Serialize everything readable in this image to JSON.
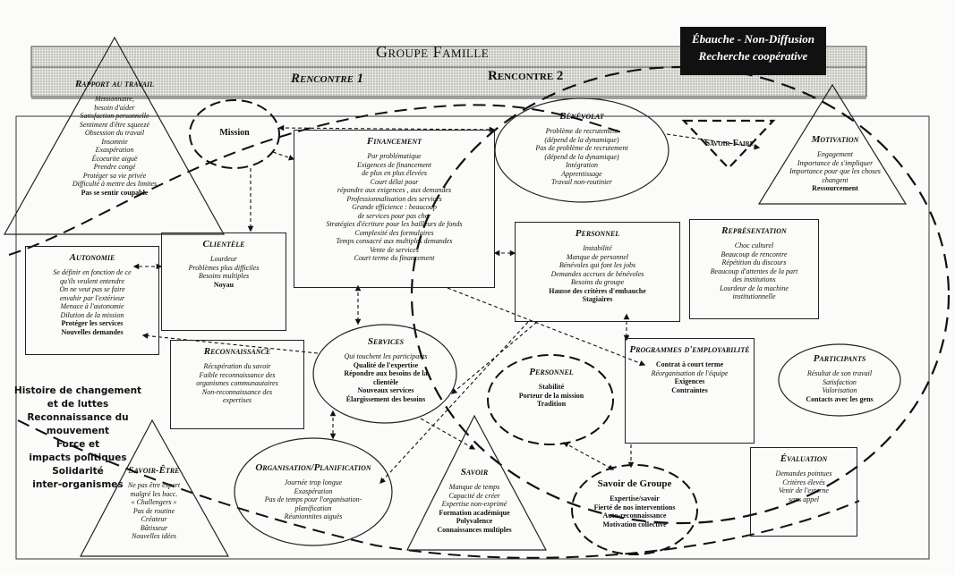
{
  "header": {
    "title": "Groupe Famille",
    "rencontre1": "Rencontre 1",
    "rencontre2": "Rencontre 2",
    "badge_line1": "Ébauche - Non-Diffusion",
    "badge_line2": "Recherche coopérative"
  },
  "nodes": {
    "rapport": {
      "title": "Rapport au travail",
      "items": [
        "Missionnaire,",
        "besoin d'aider",
        "Satisfaction personnelle",
        "Sentiment d'être squeezé",
        "Obsession du travail",
        "Insomnie",
        "Exaspération",
        "Écoeurite aiguë",
        "Prendre congé",
        "Protéger sa vie privée",
        "Difficulté à mettre des limites",
        "Pas se sentir coupable"
      ]
    },
    "mission": {
      "title": "Mission"
    },
    "financement": {
      "title": "Financement",
      "items": [
        "Par problématique",
        "Exigences de financement",
        "de plus en plus élevées",
        "Court délai pour",
        "répondre aux exigences , aux demandes",
        "Professionnalisation des services",
        "Grande efficience : beaucoup",
        "de services pour pas cher",
        "Stratégies d'écriture pour les bailleurs de fonds",
        "Complexité des formulaires",
        "Temps consacré aux multiples demandes",
        "Vente de services",
        "Court terme du financement"
      ]
    },
    "benevolat": {
      "title": "Bénévolat",
      "items": [
        "Problème de recrutement",
        "(dépend de la dynamique)",
        "Pas de problème de recrutement",
        "(dépend de la dynamique)",
        "Intégration",
        "Apprentissage",
        "Travail non-routinier"
      ]
    },
    "savoir_faire": {
      "title": "Savoir-Faire"
    },
    "motivation": {
      "title": "Motivation",
      "items": [
        "Engagement",
        "Importance de s'impliquer",
        "Importance pour que les choses",
        "changent",
        "Ressourcement"
      ]
    },
    "autonomie": {
      "title": "Autonomie",
      "items": [
        "Se définir en fonction de ce",
        "qu'ils veulent entendre",
        "On ne veut pas se faire",
        "envahir par l'extérieur",
        "Menace à l'autonomie",
        "Dilution de la mission",
        "Protéger les services",
        "Nouvelles demandes"
      ]
    },
    "clientele": {
      "title": "Clientèle",
      "items": [
        "Lourdeur",
        "Problèmes plus difficiles",
        "Besoins multiples",
        "Noyau"
      ]
    },
    "personnel1": {
      "title": "Personnel",
      "items": [
        "Instabilité",
        "Manque de personnel",
        "Bénévoles qui font les jobs",
        "Demandes accrues de bénévoles",
        "Besoins du groupe",
        "Hausse des critères d'embauche",
        "Stagiaires"
      ]
    },
    "representation": {
      "title": "Représentation",
      "items": [
        "Choc culturel",
        "Beaucoup de rencontre",
        "Répétition du discours",
        "Beaucoup d'attentes de la part",
        "des institutions",
        "Lourdeur de la machine",
        "institutionnelle"
      ]
    },
    "reconnaissance": {
      "title": "Reconnaissance",
      "items": [
        "Récupération du savoir",
        "Faible reconnaissance des",
        "organismes communautaires",
        "Non-reconnaissance des",
        "expertises"
      ]
    },
    "services": {
      "title": "Services",
      "items": [
        "Qui touchent les participants",
        "Qualité de l'expertise",
        "Répondre aux besoins de la",
        "clientèle",
        "Nouveaux services",
        "Élargissement des besoins"
      ]
    },
    "personnel2": {
      "title": "Personnel",
      "items": [
        "Stabilité",
        "Porteur de la mission",
        "Tradition"
      ]
    },
    "programmes": {
      "title": "Programmes d'employabilité",
      "items": [
        "Contrat à court terme",
        "Réorganisation de l'équipe",
        "Exigences",
        "Contraintes"
      ]
    },
    "participants": {
      "title": "Participants",
      "items": [
        "Résultat de son travail",
        "Satisfaction",
        "Valorisation",
        "Contacts avec les gens"
      ]
    },
    "savoir_etre": {
      "title": "Savoir-Être",
      "items": [
        "Ne pas être expert",
        "malgré les bacc.",
        "« Challengers »",
        "Pas de routine",
        "Créateur",
        "Bâtisseur",
        "Nouvelles idées"
      ]
    },
    "organisation": {
      "title": "Organisation/Planification",
      "items": [
        "Journée trop longue",
        "Exaspération",
        "Pas de temps pour l'organisation-",
        "planification",
        "Réunionnites aiguës"
      ]
    },
    "savoir": {
      "title": "Savoir",
      "items": [
        "Manque de temps",
        "Capacité de créer",
        "Expertise non-exprimé",
        "Formation académique",
        "Polyvalence",
        "Connaissances multiples"
      ]
    },
    "savoir_groupe": {
      "title": "Savoir de Groupe",
      "items": [
        "Expertise/savoir",
        "Fierté de nos interventions",
        "Auto-reconnaissance",
        "Motivation collective"
      ]
    },
    "evaluation": {
      "title": "Évaluation",
      "items": [
        "Demandes pointues",
        "Critères élevés",
        "Venir de l'externe",
        "sans appel"
      ]
    }
  },
  "left_text": [
    "Histoire de changement",
    "et de luttes",
    "Reconnaissance du",
    "mouvement",
    "Force et",
    "impacts politiques",
    "Solidarité",
    "inter-organismes"
  ],
  "colors": {
    "ink": "#111111",
    "paper": "#fbfbf9",
    "header_band": "#d9d9d4",
    "badge": "#111111"
  }
}
